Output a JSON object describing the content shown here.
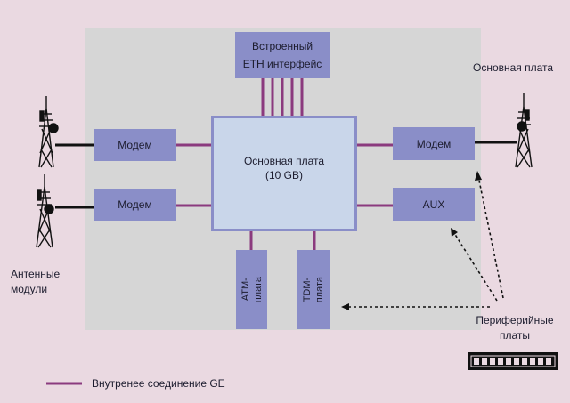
{
  "blocks": {
    "eth_line1": "Встроенный",
    "eth_line2": "ETH интерфейс",
    "main_line1": "Основная плата",
    "main_line2": "(10 GB)",
    "modem_left_top": "Модем",
    "modem_left_bottom": "Модем",
    "modem_right": "Модем",
    "aux": "AUX",
    "atm_line1": "ATM-",
    "atm_line2": "плата",
    "tdm_line1": "TDM-",
    "tdm_line2": "плата"
  },
  "labels": {
    "main_board_right": "Основная плата",
    "antenna_line1": "Антенные",
    "antenna_line2": "модули",
    "peripheral_line1": "Периферийные",
    "peripheral_line2": "платы"
  },
  "legend": {
    "text": "Внутренее соединение GE",
    "color": "#8b3a7e"
  },
  "icons": [
    "antenna-tower-icon",
    "memory-module-icon"
  ]
}
